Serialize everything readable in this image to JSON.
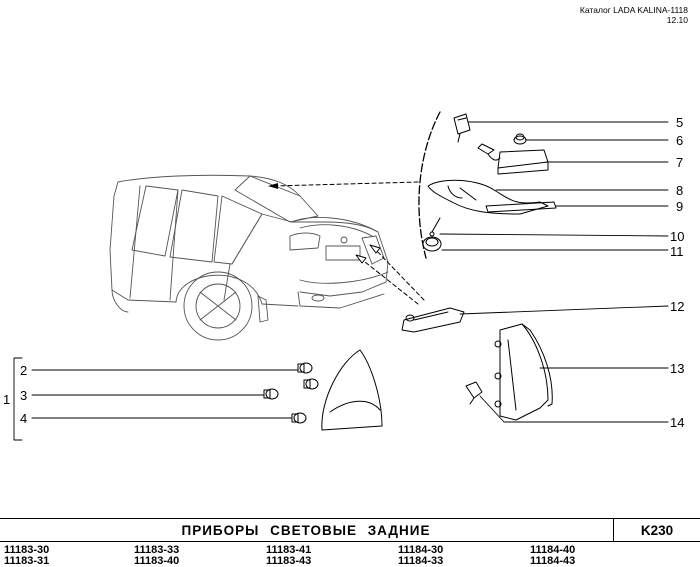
{
  "header": {
    "catalog": "Каталог LADA KALINA-1118",
    "date": "12.10"
  },
  "callouts": {
    "n1": "1",
    "n2": "2",
    "n3": "3",
    "n4": "4",
    "n5": "5",
    "n6": "6",
    "n7": "7",
    "n8": "8",
    "n9": "9",
    "n10": "10",
    "n11": "11",
    "n12": "12",
    "n13": "13",
    "n14": "14"
  },
  "footer": {
    "title": "ПРИБОРЫ СВЕТОВЫЕ ЗАДНИЕ",
    "code": "K230"
  },
  "models": [
    [
      "11183-30",
      "11183-31"
    ],
    [
      "11183-33",
      "11183-40"
    ],
    [
      "11183-41",
      "11183-43"
    ],
    [
      "11184-30",
      "11184-33"
    ],
    [
      "11184-40",
      "11184-43"
    ]
  ]
}
